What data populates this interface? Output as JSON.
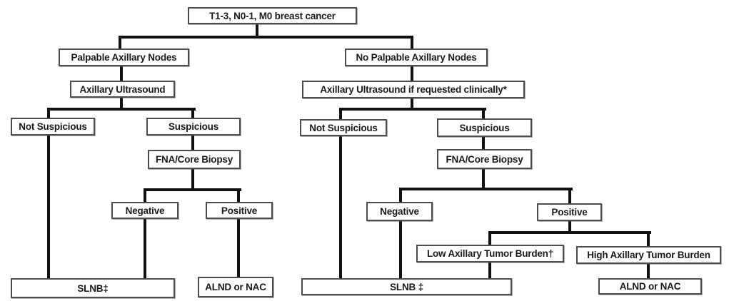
{
  "diagram": {
    "type": "flowchart-decision-tree",
    "colors": {
      "background": "#ffffff",
      "box_fill": "#ffffff",
      "box_border": "#4d4d4d",
      "connector": "#111111",
      "text": "#1a1a1a"
    },
    "nodes": {
      "root": {
        "label": "T1-3, N0-1, M0 breast cancer"
      },
      "palpable": {
        "label": "Palpable Axillary Nodes"
      },
      "no_palpable": {
        "label": "No Palpable Axillary Nodes"
      },
      "us_left": {
        "label": "Axillary Ultrasound"
      },
      "us_right": {
        "label": "Axillary Ultrasound if requested clinically*"
      },
      "not_suspicious_left": {
        "label": "Not Suspicious"
      },
      "suspicious_left": {
        "label": "Suspicious"
      },
      "not_suspicious_right": {
        "label": "Not Suspicious"
      },
      "suspicious_right": {
        "label": "Suspicious"
      },
      "fna_left": {
        "label": "FNA/Core Biopsy"
      },
      "fna_right": {
        "label": "FNA/Core Biopsy"
      },
      "negative_left": {
        "label": "Negative"
      },
      "positive_left": {
        "label": "Positive"
      },
      "negative_right": {
        "label": "Negative"
      },
      "positive_right": {
        "label": "Positive"
      },
      "low_burden": {
        "label": "Low Axillary Tumor Burden†"
      },
      "high_burden": {
        "label": "High Axillary Tumor Burden"
      },
      "slnb_left": {
        "label": "SLNB‡"
      },
      "alnd_left": {
        "label": "ALND or NAC"
      },
      "slnb_right": {
        "label": "SLNB ‡"
      },
      "alnd_right": {
        "label": "ALND or NAC"
      }
    }
  }
}
